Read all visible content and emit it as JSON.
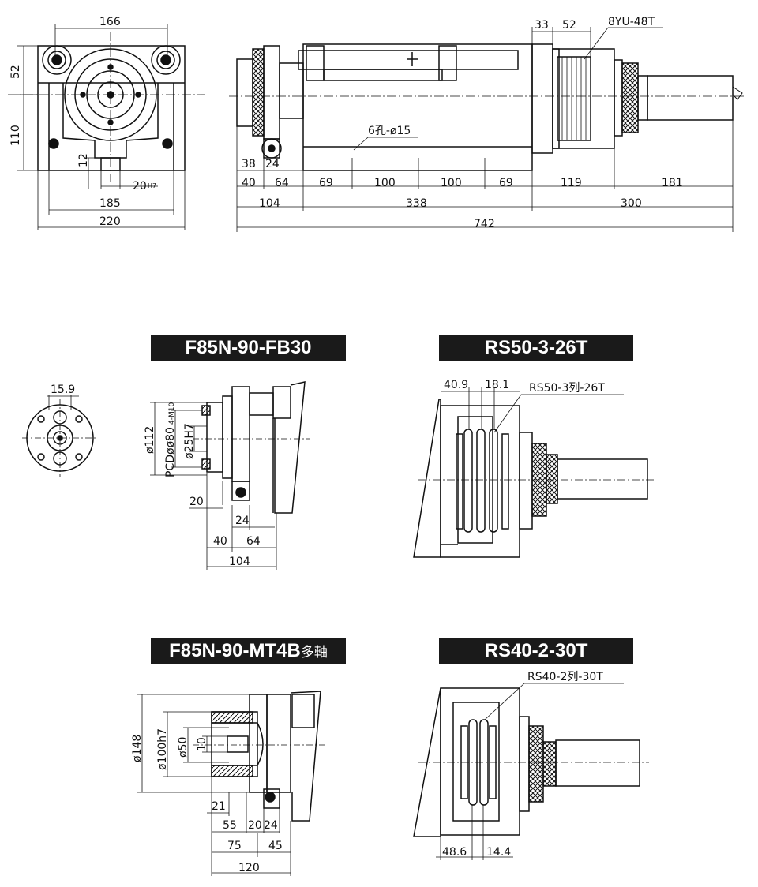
{
  "titles": {
    "fb30": "F85N-90-FB30",
    "rs50": "RS50-3-26T",
    "mt4b_main": "F85N-90-MT4B",
    "mt4b_suffix": "多軸",
    "rs40": "RS40-2-30T"
  },
  "top_front": {
    "d166": "166",
    "d52": "52",
    "d110": "110",
    "d12": "12",
    "d20h7": "20",
    "h7": "H7",
    "d185": "185",
    "d220": "220"
  },
  "top_side": {
    "d33": "33",
    "d52": "52",
    "pulley": "8YU-48T",
    "holes": "6孔-ø15",
    "d38": "38",
    "d24": "24",
    "d40": "40",
    "d64": "64",
    "d69a": "69",
    "d100a": "100",
    "d100b": "100",
    "d69b": "69",
    "d119": "119",
    "d181": "181",
    "d104": "104",
    "d338": "338",
    "d300": "300",
    "d742": "742"
  },
  "fb30": {
    "d159": "15.9",
    "m10": "4-M10",
    "phi112": "ø112",
    "pcd": "PCDøø80",
    "phi25": "ø25H7",
    "d20": "20",
    "d24": "24",
    "d40": "40",
    "d64": "64",
    "d104": "104"
  },
  "rs50": {
    "d409": "40.9",
    "d181": "18.1",
    "label": "RS50-3列-26T"
  },
  "mt4b": {
    "phi148": "ø148",
    "phi100": "ø100h7",
    "phi50": "ø50",
    "d10": "10",
    "d21": "21",
    "d55": "55",
    "d20": "20",
    "d24": "24",
    "d75": "75",
    "d45": "45",
    "d120": "120"
  },
  "rs40": {
    "label": "RS40-2列-30T",
    "d486": "48.6",
    "d144": "14.4"
  }
}
